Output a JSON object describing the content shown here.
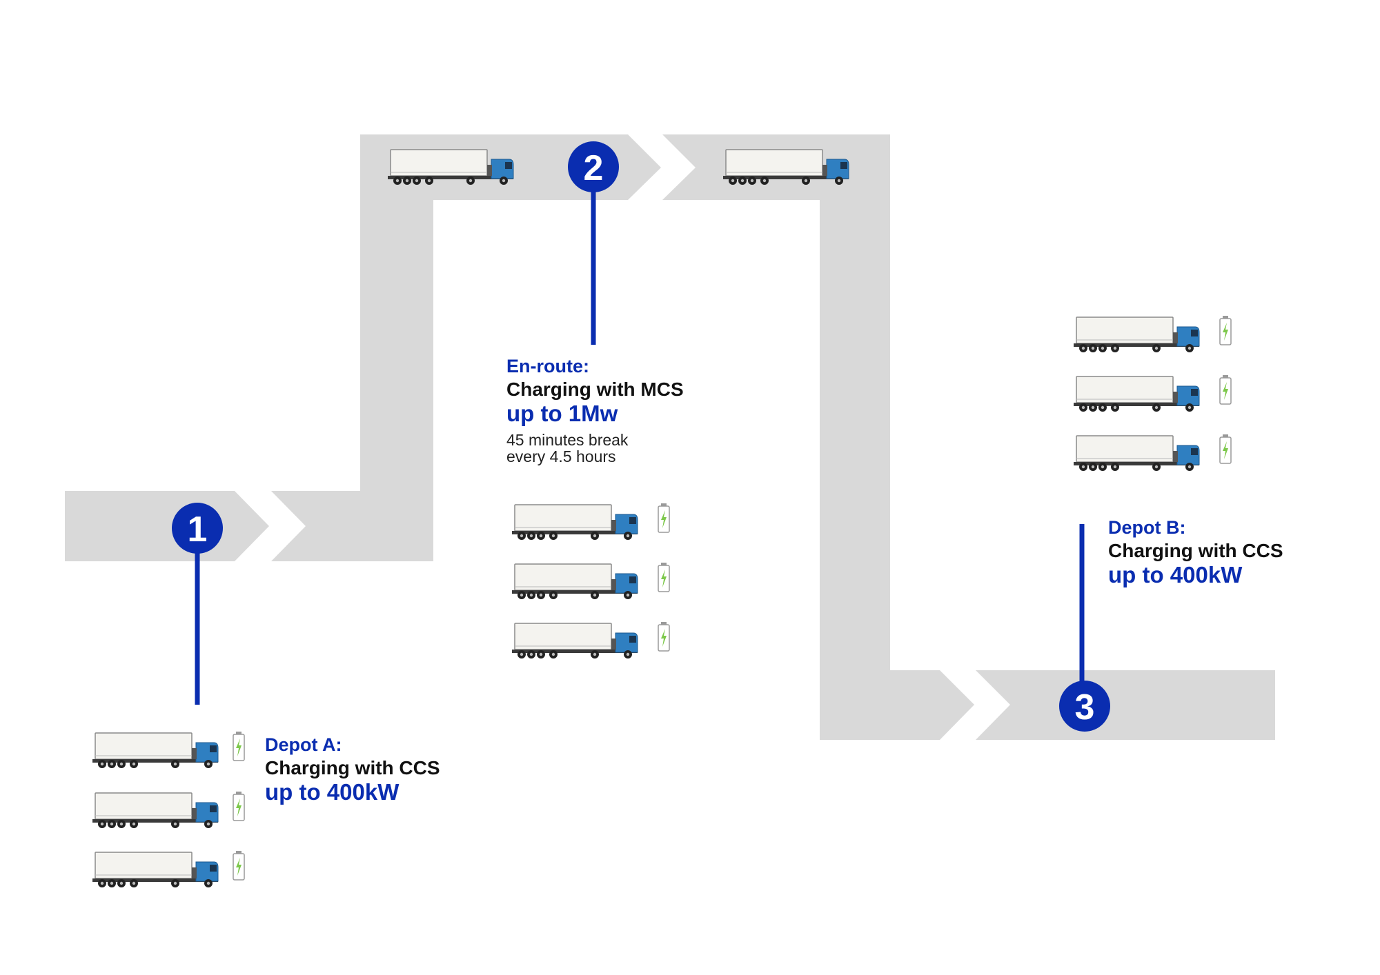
{
  "markers": [
    {
      "number": "1"
    },
    {
      "number": "2"
    },
    {
      "number": "3"
    }
  ],
  "depot_a": {
    "heading": "Depot A:",
    "charging": "Charging with CCS",
    "power": "up to 400kW"
  },
  "en_route": {
    "heading": "En-route:",
    "charging": "Charging with MCS",
    "power": "up to 1Mw",
    "note_line1": "45 minutes break",
    "note_line2": "every 4.5 hours"
  },
  "depot_b": {
    "heading": "Depot B:",
    "charging": "Charging with CCS",
    "power": "up to 400kW"
  },
  "colors": {
    "brand_blue": "#0a2db0",
    "road_grey": "#d9d9d9",
    "truck_cab_blue": "#2f7fc1",
    "battery_green": "#7cc84a"
  },
  "icons": [
    "truck-icon",
    "battery-charging-icon"
  ]
}
